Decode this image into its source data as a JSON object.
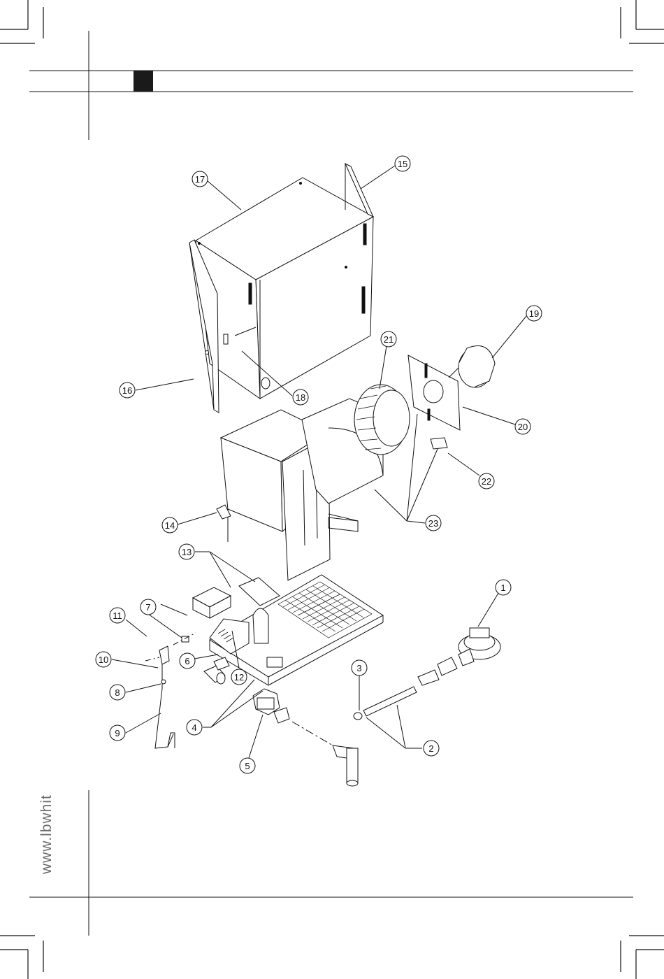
{
  "website": "www.lbwhit",
  "callouts": {
    "c1": "1",
    "c2": "2",
    "c3": "3",
    "c4": "4",
    "c5": "5",
    "c6": "6",
    "c7": "7",
    "c8": "8",
    "c9": "9",
    "c10": "10",
    "c11": "11",
    "c12": "12",
    "c13": "13",
    "c14": "14",
    "c15": "15",
    "c16": "16",
    "c17": "17",
    "c18": "18",
    "c19": "19",
    "c20": "20",
    "c21": "21",
    "c22": "22",
    "c23": "23"
  },
  "colors": {
    "line": "#111111",
    "header_block": "#1a1a1a",
    "url_text": "#6d6d6d"
  }
}
